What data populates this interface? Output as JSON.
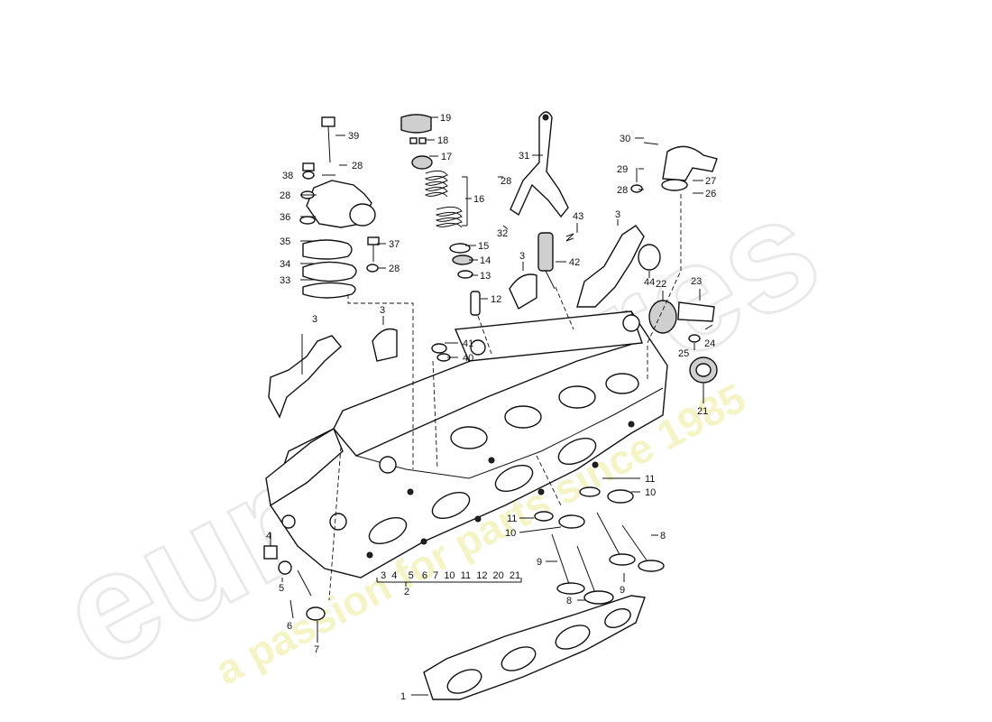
{
  "watermark": {
    "brand": "eurospares",
    "tagline": "a passion for parts since 1985"
  },
  "callouts": {
    "c1": "1",
    "c2": "2",
    "c2_list": "3  4    5   6  7  10  11  12  20  21",
    "c3a": "3",
    "c3b": "3",
    "c3c": "3",
    "c3d": "3",
    "c4": "4",
    "c5": "5",
    "c6": "6",
    "c7": "7",
    "c8a": "8",
    "c8b": "8",
    "c9a": "9",
    "c9b": "9",
    "c10a": "10",
    "c10b": "10",
    "c11a": "11",
    "c11b": "11",
    "c12": "12",
    "c13": "13",
    "c14": "14",
    "c15": "15",
    "c16": "16",
    "c17": "17",
    "c18": "18",
    "c19": "19",
    "c21": "21",
    "c22": "22",
    "c23": "23",
    "c24": "24",
    "c25": "25",
    "c26": "26",
    "c27": "27",
    "c28a": "28",
    "c28b": "28",
    "c28c": "28",
    "c28d": "28",
    "c28e": "28",
    "c29": "29",
    "c30": "30",
    "c31": "31",
    "c32": "32",
    "c33": "33",
    "c34": "34",
    "c35": "35",
    "c36": "36",
    "c37": "37",
    "c38": "38",
    "c39": "39",
    "c40": "40",
    "c41": "41",
    "c42": "42",
    "c43": "43",
    "c44": "44"
  }
}
